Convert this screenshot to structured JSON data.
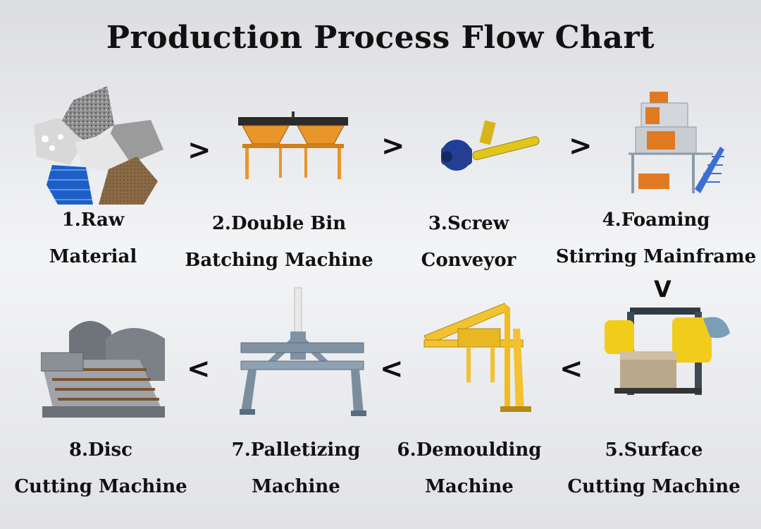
{
  "title": "Production Process Flow Chart",
  "steps": [
    {
      "line1": "1.Raw",
      "line2": "Material"
    },
    {
      "line1": "2.Double Bin",
      "line2": "Batching Machine"
    },
    {
      "line1": "3.Screw",
      "line2": "Conveyor"
    },
    {
      "line1": "4.Foaming",
      "line2": "Stirring Mainframe"
    },
    {
      "line1": "5.Surface",
      "line2": "Cutting Machine"
    },
    {
      "line1": "6.Demoulding",
      "line2": "Machine"
    },
    {
      "line1": "7.Palletizing",
      "line2": "Machine"
    },
    {
      "line1": "8.Disc",
      "line2": "Cutting Machine"
    }
  ],
  "arrows": {
    "right": ">",
    "left": "<",
    "down": "V"
  },
  "colors": {
    "machine_orange": "#e8962a",
    "machine_yellow": "#f2c230",
    "steel_blue": "#7f93a5",
    "motor_blue": "#1f3f9a",
    "stair_blue": "#3b6fd6",
    "frame_gray": "#8a9aa8"
  }
}
